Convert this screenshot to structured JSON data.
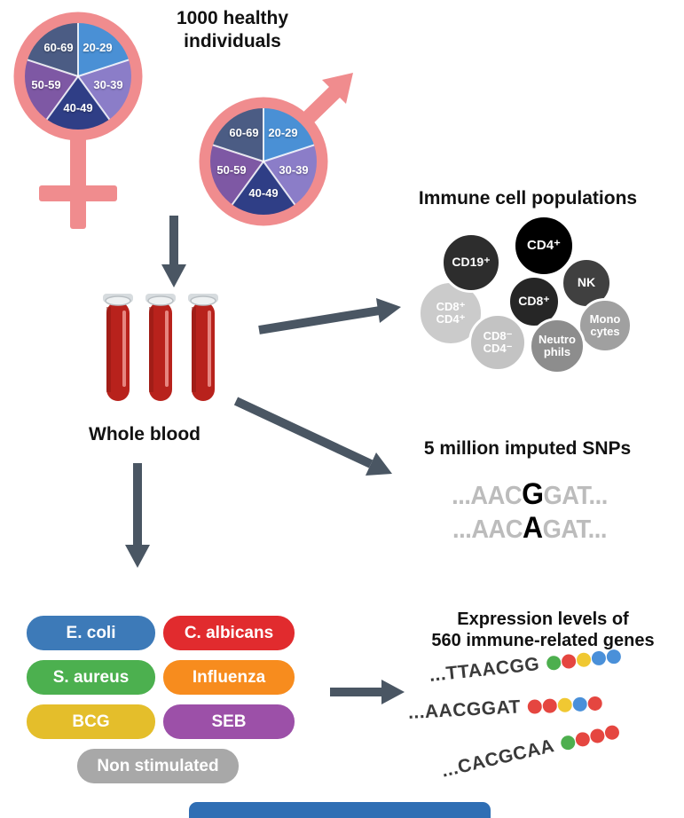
{
  "cohort": {
    "title": "1000 healthy\nindividuals",
    "symbol_color": "#f08c8e",
    "age_groups": [
      {
        "label": "20-29",
        "color": "#4a90d5"
      },
      {
        "label": "30-39",
        "color": "#8b7dc8"
      },
      {
        "label": "40-49",
        "color": "#2f3e86"
      },
      {
        "label": "50-59",
        "color": "#7e58a4"
      },
      {
        "label": "60-69",
        "color": "#4b5c84"
      }
    ]
  },
  "whole_blood": {
    "label": "Whole blood",
    "blood_color": "#b8221c"
  },
  "arrows": {
    "color": "#4a5663"
  },
  "immune_cells": {
    "title": "Immune cell populations",
    "cells": [
      {
        "label": "CD8⁺\nCD4⁺",
        "color": "#cbcbcb"
      },
      {
        "label": "CD19⁺",
        "color": "#2d2d2d"
      },
      {
        "label": "CD4⁺",
        "color": "#000000"
      },
      {
        "label": "NK",
        "color": "#404040"
      },
      {
        "label": "CD8⁺",
        "color": "#262626"
      },
      {
        "label": "CD8⁻\nCD4⁻",
        "color": "#c3c3c3"
      },
      {
        "label": "Neutro\nphils",
        "color": "#8d8d8d"
      },
      {
        "label": "Mono\ncytes",
        "color": "#a0a0a0"
      }
    ]
  },
  "snps": {
    "title": "5 million imputed SNPs",
    "rows": [
      {
        "pre": "...AAC",
        "allele": "G",
        "post": "GAT..."
      },
      {
        "pre": "...AAC",
        "allele": "A",
        "post": "GAT..."
      }
    ]
  },
  "stimuli": {
    "items": [
      {
        "label": "E. coli",
        "color": "#3d7ab8"
      },
      {
        "label": "C. albicans",
        "color": "#e12b2e"
      },
      {
        "label": "S. aureus",
        "color": "#4cb04f"
      },
      {
        "label": "Influenza",
        "color": "#f78c1e"
      },
      {
        "label": "BCG",
        "color": "#e4be2b"
      },
      {
        "label": "SEB",
        "color": "#9c50a8"
      },
      {
        "label": "Non stimulated",
        "color": "#a8a8a8"
      }
    ]
  },
  "expression": {
    "title": "Expression levels of\n560 immune-related genes",
    "dot_colors": {
      "green": "#4daf4e",
      "red": "#e54640",
      "yellow": "#f0c832",
      "blue": "#4a90d9"
    },
    "rows": [
      {
        "seq": "...TTAACGG",
        "dots": [
          "green",
          "red",
          "yellow",
          "blue",
          "blue"
        ]
      },
      {
        "seq": "...AACGGAT",
        "dots": [
          "red",
          "red",
          "yellow",
          "blue",
          "red"
        ]
      },
      {
        "seq": "...CACGCAA",
        "dots": [
          "green",
          "red",
          "red",
          "red"
        ]
      }
    ]
  },
  "footer_bar": {
    "color": "#2f6eb4"
  }
}
